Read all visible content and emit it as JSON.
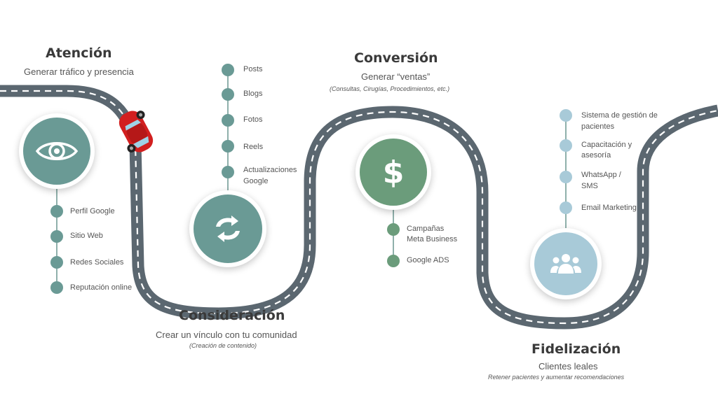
{
  "colors": {
    "road": "#5b6770",
    "teal": "#6a9a95",
    "green": "#6b9c7b",
    "blue": "#a8cad8",
    "car": "#d21f1f"
  },
  "stages": {
    "atencion": {
      "title": "Atención",
      "subtitle": "Generar tráfico y presencia",
      "icon": "eye-icon",
      "items": [
        "Perfil Google",
        "Sitio Web",
        "Redes Sociales",
        "Reputación online"
      ]
    },
    "consideracion": {
      "title": "Consideración",
      "subtitle": "Crear un vínculo con tu comunidad",
      "note": "(Creación de contenido)",
      "icon": "refresh-arrows-icon",
      "items": [
        "Posts",
        "Blogs",
        "Fotos",
        "Reels",
        "Actualizaciones",
        "Google"
      ]
    },
    "conversion": {
      "title": "Conversión",
      "subtitle": "Generar “ventas”",
      "note": "(Consultas, Cirugías, Procedimientos, etc.)",
      "icon": "dollar-icon",
      "dollar": "$",
      "items": [
        "Campañas",
        "Meta Business",
        "Google ADS"
      ]
    },
    "fidelizacion": {
      "title": "Fidelización",
      "subtitle": "Clientes leales",
      "note": "Retener pacientes y aumentar recomendaciones",
      "icon": "users-group-icon",
      "items": [
        "Sistema de gestión de",
        "pacientes",
        "Capacitación y",
        "asesoría",
        "WhatsApp /",
        "SMS",
        "Email Marketing"
      ]
    }
  }
}
